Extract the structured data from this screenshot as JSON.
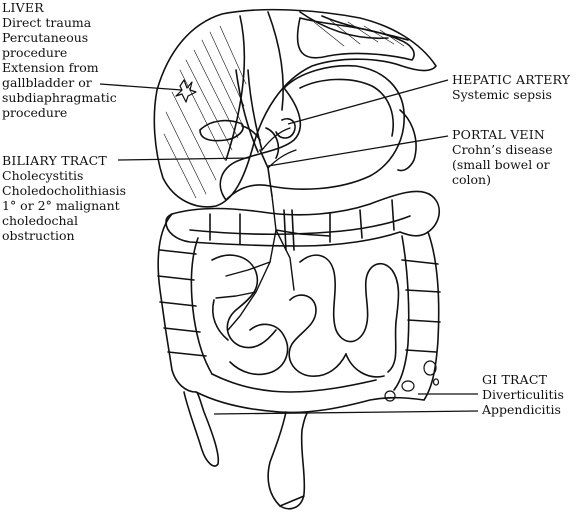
{
  "labels": {
    "liver": {
      "title": "LIVER",
      "lines": [
        "Direct trauma",
        "Percutaneous",
        "procedure",
        "Extension from",
        "gallbladder or",
        "subdiaphragmatic",
        "procedure"
      ]
    },
    "biliary": {
      "title": "BILIARY TRACT",
      "lines": [
        "Cholecystitis",
        "Choledocholithiasis",
        "1° or 2° malignant",
        "choledochal",
        "obstruction"
      ]
    },
    "hepatic": {
      "title": "HEPATIC ARTERY",
      "lines": [
        "Systemic sepsis"
      ]
    },
    "portal": {
      "title": "PORTAL VEIN",
      "lines": [
        "Crohn’s disease",
        "(small bowel or",
        "colon)"
      ]
    },
    "gi": {
      "title": "GI TRACT",
      "lines": [
        "Diverticulitis",
        "Appendicitis"
      ]
    }
  },
  "colors": {
    "ink": "#111111",
    "background": "#ffffff"
  }
}
